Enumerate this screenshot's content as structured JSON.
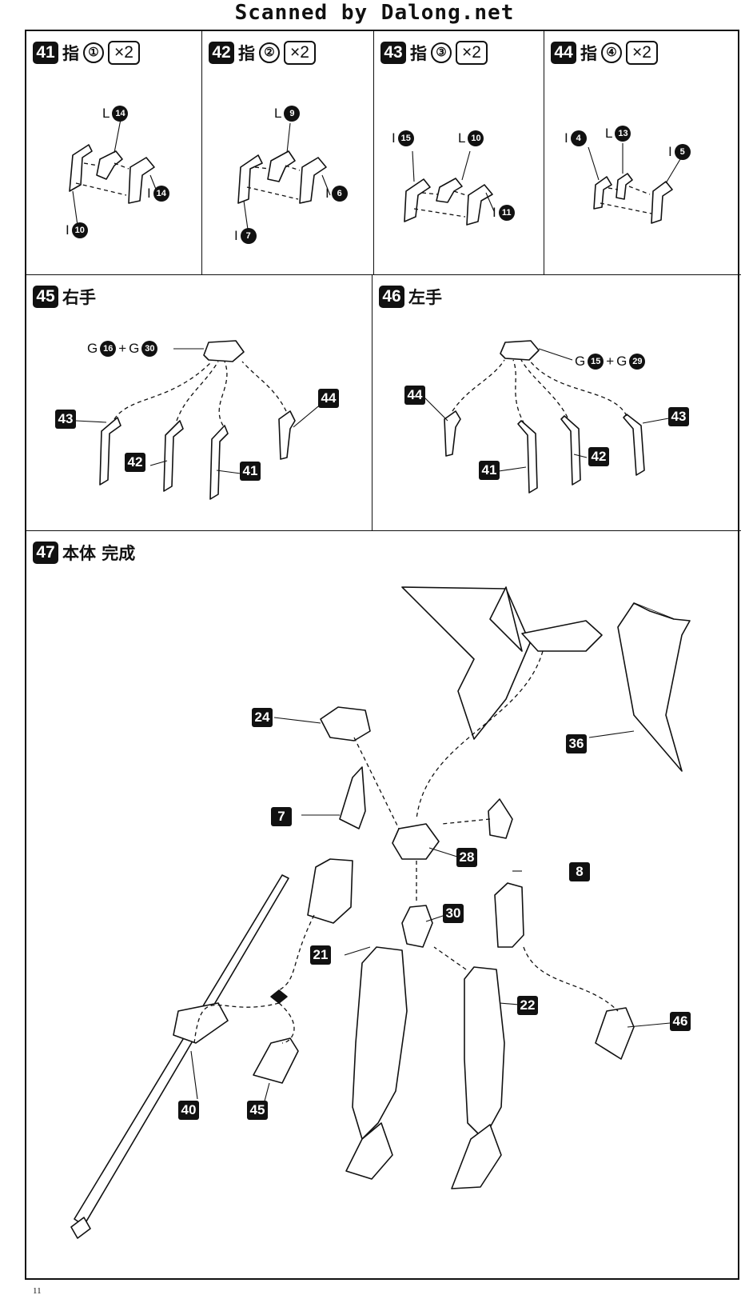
{
  "scanner_credit": "Scanned by Dalong.net",
  "page_number": "11",
  "steps": {
    "s41": {
      "num": "41",
      "title": "指",
      "circled": "①",
      "qty": "×2",
      "parts": {
        "top": {
          "letter": "L",
          "num": "14"
        },
        "right": {
          "letter": "I",
          "num": "14"
        },
        "bottom": {
          "letter": "I",
          "num": "10"
        }
      }
    },
    "s42": {
      "num": "42",
      "title": "指",
      "circled": "②",
      "qty": "×2",
      "parts": {
        "top": {
          "letter": "L",
          "num": "9"
        },
        "right": {
          "letter": "I",
          "num": "6"
        },
        "bottom": {
          "letter": "I",
          "num": "7"
        }
      }
    },
    "s43": {
      "num": "43",
      "title": "指",
      "circled": "③",
      "qty": "×2",
      "parts": {
        "left": {
          "letter": "I",
          "num": "15"
        },
        "top": {
          "letter": "L",
          "num": "10"
        },
        "right": {
          "letter": "I",
          "num": "11"
        }
      }
    },
    "s44": {
      "num": "44",
      "title": "指",
      "circled": "④",
      "qty": "×2",
      "parts": {
        "left": {
          "letter": "I",
          "num": "4"
        },
        "top": {
          "letter": "L",
          "num": "13"
        },
        "right": {
          "letter": "I",
          "num": "5"
        }
      }
    },
    "s45": {
      "num": "45",
      "title": "右手",
      "parts": {
        "a": {
          "letter": "G",
          "num": "16"
        },
        "plus": "+",
        "b": {
          "letter": "G",
          "num": "30"
        }
      },
      "refs": [
        "43",
        "42",
        "41",
        "44"
      ]
    },
    "s46": {
      "num": "46",
      "title": "左手",
      "parts": {
        "a": {
          "letter": "G",
          "num": "15"
        },
        "plus": "+",
        "b": {
          "letter": "G",
          "num": "29"
        }
      },
      "refs": [
        "44",
        "41",
        "42",
        "43"
      ]
    },
    "s47": {
      "num": "47",
      "title": "本体 完成",
      "refs": [
        "24",
        "36",
        "7",
        "28",
        "8",
        "30",
        "21",
        "22",
        "46",
        "40",
        "45"
      ]
    }
  }
}
